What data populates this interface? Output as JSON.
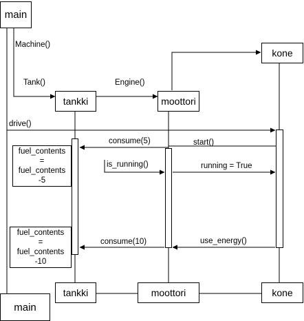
{
  "participants": {
    "main": "main",
    "tankki": "tankki",
    "moottori": "moottori",
    "kone": "kone"
  },
  "messages": {
    "machine": "Machine()",
    "tank": "Tank()",
    "engine": "Engine()",
    "drive": "drive()",
    "consume5": "consume(5)",
    "start": "start()",
    "is_running": "is_running()",
    "running_true": "running = True",
    "consume10": "consume(10)",
    "use_energy": "use_energy()"
  },
  "notes": {
    "note1": [
      "fuel_contents",
      "=",
      "fuel_contents",
      "-5"
    ],
    "note2": [
      "fuel_contents",
      "=",
      "fuel_contents",
      "-10"
    ]
  }
}
